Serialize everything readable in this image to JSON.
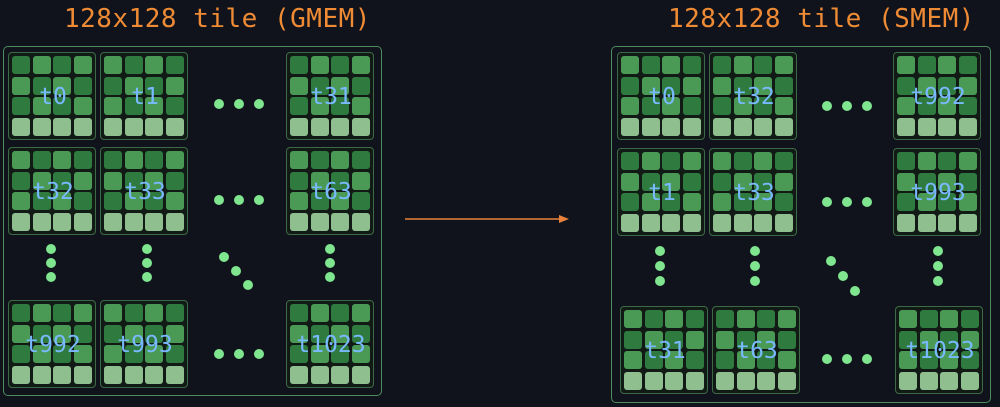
{
  "titles": {
    "left": "128x128 tile (GMEM)",
    "right": "128x128 tile (SMEM)"
  },
  "gmem": {
    "top_row": [
      "t0",
      "t1",
      "t31"
    ],
    "second_row": [
      "t32",
      "t33",
      "t63"
    ],
    "bottom_row": [
      "t992",
      "t993",
      "t1023"
    ]
  },
  "smem": {
    "top_row": [
      "t0",
      "t32",
      "t992"
    ],
    "second_row": [
      "t1",
      "t33",
      "t993"
    ],
    "bottom_row": [
      "t31",
      "t63",
      "t1023"
    ]
  },
  "colors": {
    "title": "#ef8b34",
    "label": "#78b9ff",
    "dots": "#7fe58e",
    "arrow": "#e8823a",
    "cell_dark": "#2f7a3f",
    "cell_mid": "#4a9a55",
    "cell_light": "#8fbf8f"
  }
}
